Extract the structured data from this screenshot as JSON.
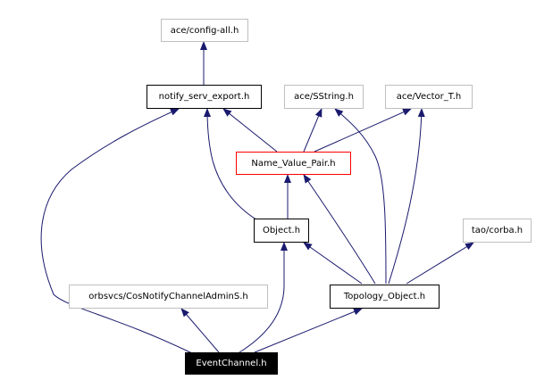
{
  "nodes": {
    "config_all": "ace/config-all.h",
    "notify_serv_export": "notify_serv_export.h",
    "sstring": "ace/SString.h",
    "vector_t": "ace/Vector_T.h",
    "name_value_pair": "Name_Value_Pair.h",
    "object": "Object.h",
    "tao_corba": "tao/corba.h",
    "cos_notify": "orbsvcs/CosNotifyChannelAdminS.h",
    "topology_object": "Topology_Object.h",
    "event_channel": "EventChannel.h"
  },
  "colors": {
    "edge": "#1a1a6e",
    "focus_fill": "#000000",
    "external_border": "#bfbfbf",
    "highlight_border": "#ff0000"
  }
}
